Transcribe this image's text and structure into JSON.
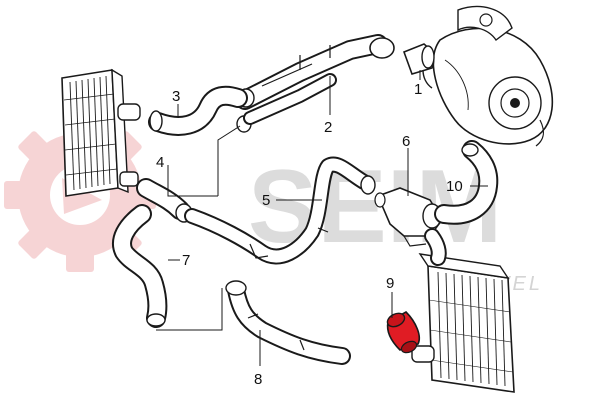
{
  "watermark": {
    "brand": "SEIM",
    "sub_brand": "AKWEL"
  },
  "colors": {
    "highlight": "#e01c24",
    "watermark_gear": "#f3c6c8",
    "line": "#1a1a1a"
  },
  "callouts": [
    "1",
    "2",
    "3",
    "4",
    "5",
    "6",
    "7",
    "8",
    "9",
    "10"
  ]
}
